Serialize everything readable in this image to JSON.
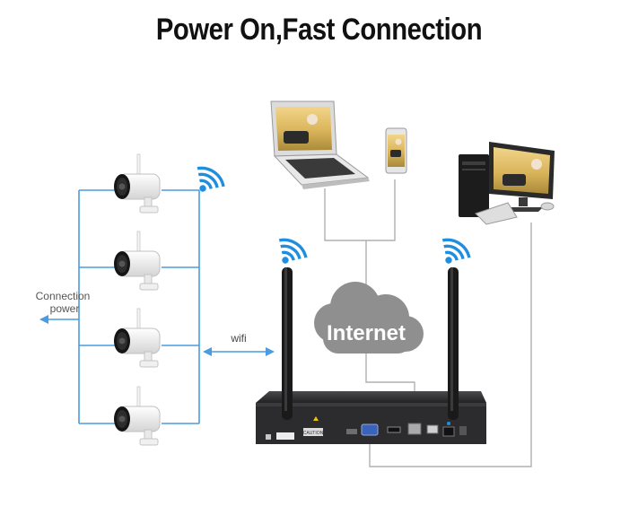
{
  "title": "Power On,Fast Connection",
  "labels": {
    "connection": "Connection",
    "power": "power",
    "wifi": "wifi",
    "internet": "Internet",
    "caution": "CAUTION"
  },
  "colors": {
    "wire_blue": "#4a9be0",
    "wire_gray": "#b0b0b0",
    "wifi_blue": "#1e8fe0",
    "cloud": "#8f8f8f",
    "nvr_body": "#2c2c2e",
    "antenna": "#1a1a1a"
  },
  "icons": [
    "camera-icon",
    "wifi-signal-icon",
    "laptop-icon",
    "smartphone-icon",
    "desktop-computer-icon",
    "internet-cloud-icon",
    "nvr-recorder-icon",
    "antenna-icon"
  ]
}
